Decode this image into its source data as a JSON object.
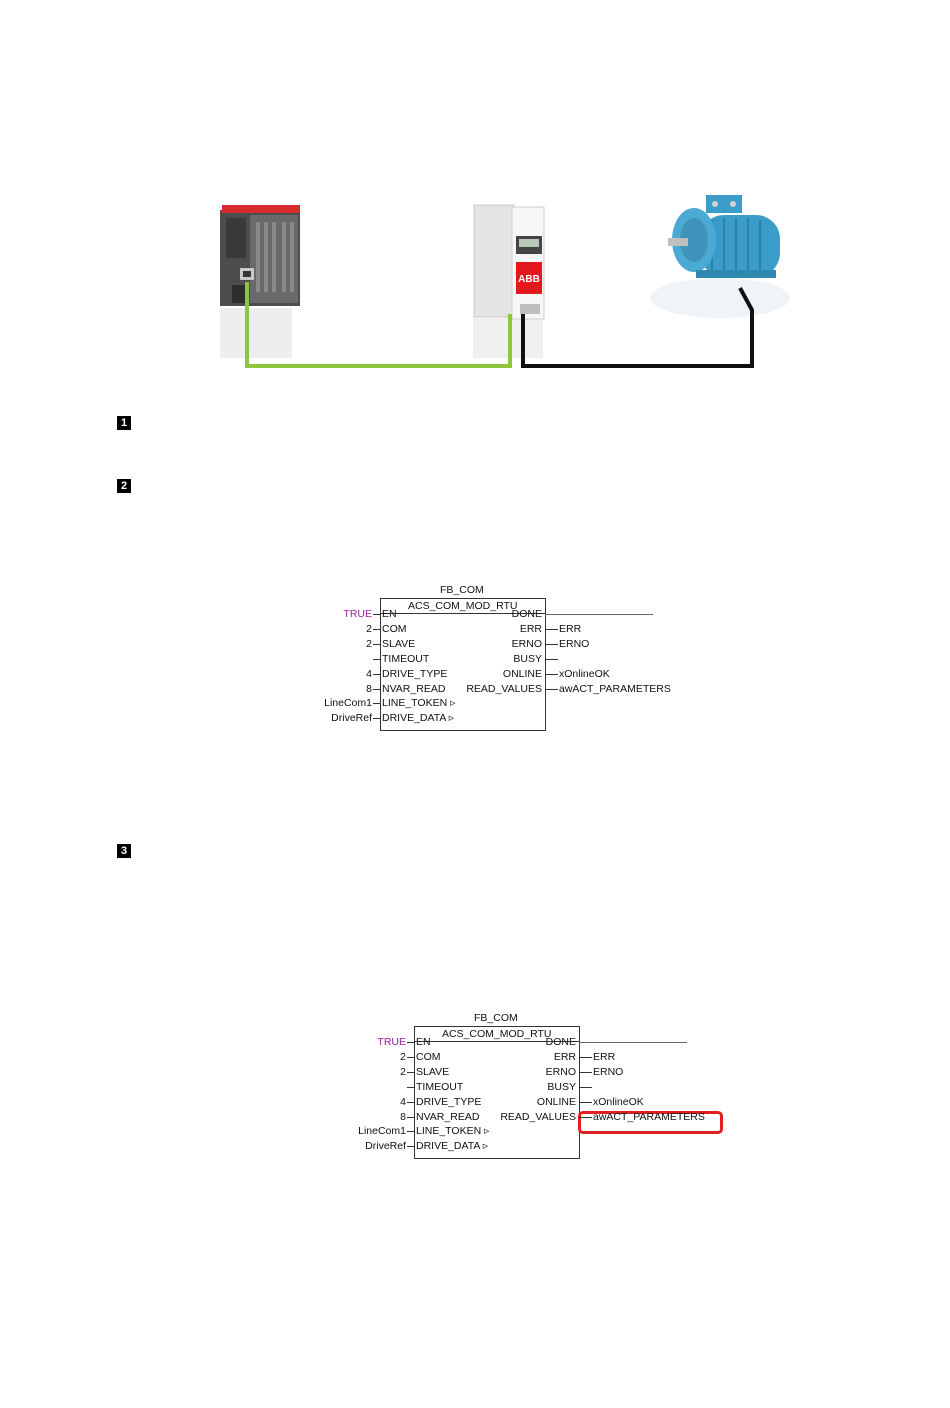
{
  "steps": [
    "1",
    "2",
    "3"
  ],
  "hardware": {
    "plc": "PLC controller",
    "drive_brand": "ABB",
    "motor": "electric motor"
  },
  "colors": {
    "modbus_cable": "#8dc63f",
    "motor_cable": "#111111",
    "plc_red": "#d62b2b",
    "drive_red": "#e3171e",
    "motor_blue": "#3a9cc8",
    "true_magenta": "#a020a0",
    "highlight_red": "#e02020"
  },
  "fb1": {
    "instance": "FB_COM",
    "type": "ACS_COM_MOD_RTU",
    "inputs": [
      {
        "pin": "EN",
        "value": "TRUE"
      },
      {
        "pin": "COM",
        "value": "2"
      },
      {
        "pin": "SLAVE",
        "value": "2"
      },
      {
        "pin": "TIMEOUT",
        "value": ""
      },
      {
        "pin": "DRIVE_TYPE",
        "value": "4"
      },
      {
        "pin": "NVAR_READ",
        "value": "8"
      },
      {
        "pin": "LINE_TOKEN ▹",
        "value": "LineCom1"
      },
      {
        "pin": "DRIVE_DATA ▹",
        "value": "DriveRef"
      }
    ],
    "outputs": [
      {
        "pin": "DONE",
        "value": ""
      },
      {
        "pin": "ERR",
        "value": "ERR"
      },
      {
        "pin": "ERNO",
        "value": "ERNO"
      },
      {
        "pin": "BUSY",
        "value": ""
      },
      {
        "pin": "ONLINE",
        "value": "xOnlineOK"
      },
      {
        "pin": "READ_VALUES",
        "value": "awACT_PARAMETERS"
      }
    ]
  },
  "fb2": {
    "instance": "FB_COM",
    "type": "ACS_COM_MOD_RTU",
    "inputs": [
      {
        "pin": "EN",
        "value": "TRUE"
      },
      {
        "pin": "COM",
        "value": "2"
      },
      {
        "pin": "SLAVE",
        "value": "2"
      },
      {
        "pin": "TIMEOUT",
        "value": ""
      },
      {
        "pin": "DRIVE_TYPE",
        "value": "4"
      },
      {
        "pin": "NVAR_READ",
        "value": "8"
      },
      {
        "pin": "LINE_TOKEN ▹",
        "value": "LineCom1"
      },
      {
        "pin": "DRIVE_DATA ▹",
        "value": "DriveRef"
      }
    ],
    "outputs": [
      {
        "pin": "DONE",
        "value": ""
      },
      {
        "pin": "ERR",
        "value": "ERR"
      },
      {
        "pin": "ERNO",
        "value": "ERNO"
      },
      {
        "pin": "BUSY",
        "value": ""
      },
      {
        "pin": "ONLINE",
        "value": "xOnlineOK"
      },
      {
        "pin": "READ_VALUES",
        "value": "awACT_PARAMETERS"
      }
    ],
    "highlighted_output": "awACT_PARAMETERS"
  }
}
